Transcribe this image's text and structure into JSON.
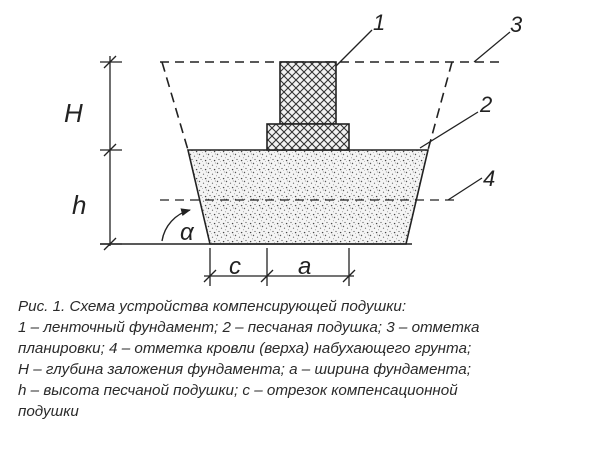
{
  "diagram": {
    "callout_1": "1",
    "callout_2": "2",
    "callout_3": "3",
    "callout_4": "4",
    "dim_H": "H",
    "dim_h": "h",
    "dim_c": "c",
    "dim_a": "a",
    "angle": "α"
  },
  "caption": {
    "lines": [
      "Рис. 1. Схема устройства компенсирующей подушки:",
      "1 – ленточный фундамент; 2 – песчаная подушка; 3 – отметка",
      "планировки; 4 – отметка кровли (верха) набухающего грунта;",
      "H – глубина заложения фундамента; a – ширина фундамента;",
      "h – высота песчаной подушки; c – отрезок компенсационной",
      "подушки"
    ]
  }
}
